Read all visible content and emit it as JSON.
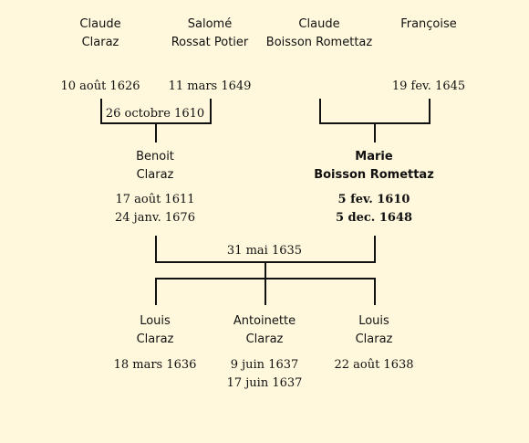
{
  "grandparents": {
    "claude_claraz": {
      "first": "Claude",
      "last": "Claraz"
    },
    "salome": {
      "first": "Salomé",
      "last": "Rossat Potier"
    },
    "claude_boisson": {
      "first": "Claude",
      "last": "Boisson Romettaz"
    },
    "francoise": {
      "first": "Françoise"
    },
    "dates": {
      "claude_claraz_death": "10 août 1626",
      "salome_death": "11 mars 1649",
      "francoise_death": "19 fev. 1645",
      "paternal_marriage": "26 octobre 1610"
    }
  },
  "parents": {
    "benoit": {
      "first": "Benoit",
      "last": "Claraz",
      "birth": "17 août 1611",
      "death": "24 janv. 1676"
    },
    "marie": {
      "first": "Marie",
      "last": "Boisson Romettaz",
      "birth": "5 fev. 1610",
      "death": "5 dec. 1648"
    },
    "marriage": "31 mai 1635"
  },
  "children": [
    {
      "first": "Louis",
      "last": "Claraz",
      "date1": "18 mars 1636"
    },
    {
      "first": "Antoinette",
      "last": "Claraz",
      "date1": "9 juin 1637",
      "date2": "17 juin 1637"
    },
    {
      "first": "Louis",
      "last": "Claraz",
      "date1": "22 août 1638"
    }
  ]
}
